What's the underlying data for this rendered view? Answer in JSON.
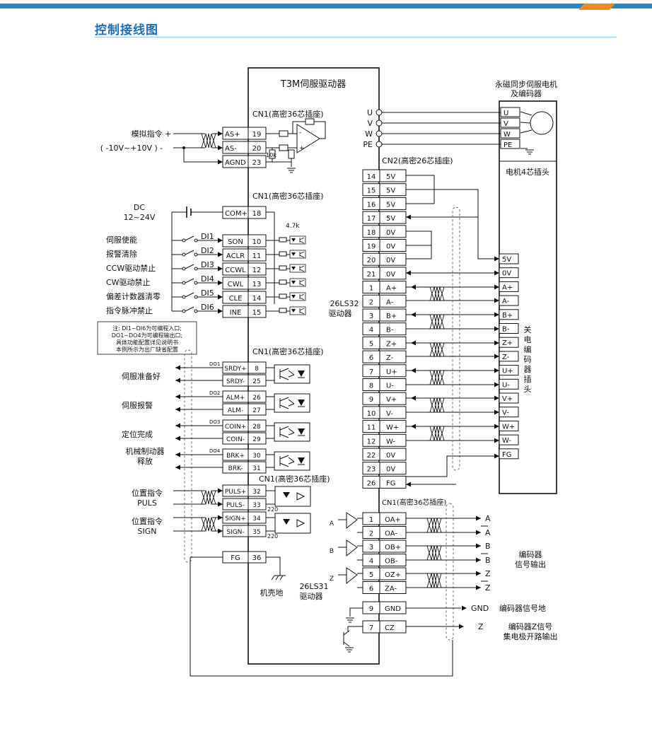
{
  "header": {
    "title": "控制接线图",
    "bar_color": "#1f86d2",
    "accent_color": "#f08a1f"
  },
  "driver": {
    "title": "T3M伺服驱动器",
    "cn1_label": "CN1(高密36芯插座)",
    "cn2_label": "CN2(高密26芯插座)"
  },
  "motor": {
    "title_l1": "永磁同步伺服电机",
    "title_l2": "及编码器",
    "terminal_block_label": "电机4芯插头",
    "encoder_plug_label": "关电编码器插头",
    "terminals": [
      "U",
      "V",
      "W",
      "PE"
    ]
  },
  "analog": {
    "label_l1": "模拟指令 +",
    "label_l2": "( -10V~+10V ) -",
    "pins": [
      {
        "name": "AS+",
        "no": "19"
      },
      {
        "name": "AS-",
        "no": "20"
      },
      {
        "name": "AGND",
        "no": "23"
      }
    ],
    "resistor_value": "10k"
  },
  "dc_supply": {
    "label_l1": "DC",
    "label_l2": "12~24V",
    "pin": {
      "name": "COM+",
      "no": "18"
    },
    "pullup": "4.7k"
  },
  "digital_inputs": [
    {
      "label": "伺服使能",
      "di": "DI1",
      "name": "SON",
      "no": "10"
    },
    {
      "label": "报警清除",
      "di": "DI2",
      "name": "ACLR",
      "no": "11"
    },
    {
      "label": "CCW驱动禁止",
      "di": "DI3",
      "name": "CCWL",
      "no": "12"
    },
    {
      "label": "CW驱动禁止",
      "di": "DI4",
      "name": "CWL",
      "no": "13"
    },
    {
      "label": "偏差计数器清零",
      "di": "DI5",
      "name": "CLE",
      "no": "14"
    },
    {
      "label": "指令脉冲禁止",
      "di": "DI6",
      "name": "INE",
      "no": "15"
    }
  ],
  "note_lines": [
    "注: DI1~DI6为可编程入口;",
    "DO1~DO4为可编程输出口;",
    "具体功能配置详见说明书",
    "本例所示为出厂缺省配置"
  ],
  "digital_outputs": [
    {
      "label": "伺服准备好",
      "do": "DO1",
      "pins": [
        {
          "name": "SRDY+",
          "no": "8"
        },
        {
          "name": "SRDY-",
          "no": "25"
        }
      ]
    },
    {
      "label": "伺服报警",
      "do": "DO2",
      "pins": [
        {
          "name": "ALM+",
          "no": "26"
        },
        {
          "name": "ALM-",
          "no": "27"
        }
      ]
    },
    {
      "label": "定位完成",
      "do": "DO3",
      "pins": [
        {
          "name": "COIN+",
          "no": "28"
        },
        {
          "name": "COIN-",
          "no": "29"
        }
      ]
    },
    {
      "label_l1": "机械制动器",
      "label_l2": "释放",
      "do": "DO4",
      "pins": [
        {
          "name": "BRK+",
          "no": "30"
        },
        {
          "name": "BRK-",
          "no": "31"
        }
      ]
    }
  ],
  "pulse_inputs": {
    "puls_l1": "位置指令",
    "puls_l2": "PULS",
    "sign_l1": "位置指令",
    "sign_l2": "SIGN",
    "pins": [
      {
        "name": "PULS+",
        "no": "32"
      },
      {
        "name": "PULS-",
        "no": "33"
      },
      {
        "name": "SIGN+",
        "no": "34"
      },
      {
        "name": "SIGN-",
        "no": "35"
      }
    ],
    "resistor": "220"
  },
  "fg": {
    "name": "FG",
    "no": "36",
    "ground_label": "机壳地"
  },
  "cn2_pins": [
    {
      "no": "14",
      "name": "5V"
    },
    {
      "no": "15",
      "name": "5V"
    },
    {
      "no": "16",
      "name": "5V"
    },
    {
      "no": "17",
      "name": "5V"
    },
    {
      "no": "18",
      "name": "0V"
    },
    {
      "no": "19",
      "name": "0V"
    },
    {
      "no": "20",
      "name": "0V"
    },
    {
      "no": "21",
      "name": "0V"
    },
    {
      "no": "1",
      "name": "A+"
    },
    {
      "no": "2",
      "name": "A-"
    },
    {
      "no": "3",
      "name": "B+"
    },
    {
      "no": "4",
      "name": "B-"
    },
    {
      "no": "5",
      "name": "Z+"
    },
    {
      "no": "6",
      "name": "Z-"
    },
    {
      "no": "7",
      "name": "U+"
    },
    {
      "no": "8",
      "name": "U-"
    },
    {
      "no": "9",
      "name": "V+"
    },
    {
      "no": "10",
      "name": "V-"
    },
    {
      "no": "11",
      "name": "W+"
    },
    {
      "no": "12",
      "name": "W-"
    },
    {
      "no": "22",
      "name": "0V"
    },
    {
      "no": "23",
      "name": "0V"
    },
    {
      "no": "26",
      "name": "FG"
    }
  ],
  "encoder_plug_pins": [
    "5V",
    "0V",
    "A+",
    "A-",
    "B+",
    "B-",
    "Z+",
    "Z-",
    "U+",
    "U-",
    "V+",
    "V-",
    "W+",
    "W-",
    "FG"
  ],
  "rx_chip": {
    "l1": "26LS32",
    "l2": "驱动器"
  },
  "tx_chip": {
    "l1": "26LS31",
    "l2": "驱动器"
  },
  "encoder_out": {
    "pins": [
      {
        "no": "1",
        "name": "OA+"
      },
      {
        "no": "2",
        "name": "OA-"
      },
      {
        "no": "3",
        "name": "OB+"
      },
      {
        "no": "4",
        "name": "OB-"
      },
      {
        "no": "5",
        "name": "OZ+"
      },
      {
        "no": "6",
        "name": "ZA-"
      },
      {
        "no": "9",
        "name": "GND"
      },
      {
        "no": "7",
        "name": "CZ"
      }
    ],
    "signals": [
      "A",
      "A",
      "B",
      "B",
      "Z",
      "Z"
    ],
    "label_l1": "编码器",
    "label_l2": "信号输出",
    "gnd_name": "GND",
    "gnd_desc": "编码器信号地",
    "z_name": "Z",
    "z_desc_l1": "编码器Z信号",
    "z_desc_l2": "集电极开路输出",
    "chip_inputs": [
      "A",
      "B",
      "Z"
    ]
  }
}
